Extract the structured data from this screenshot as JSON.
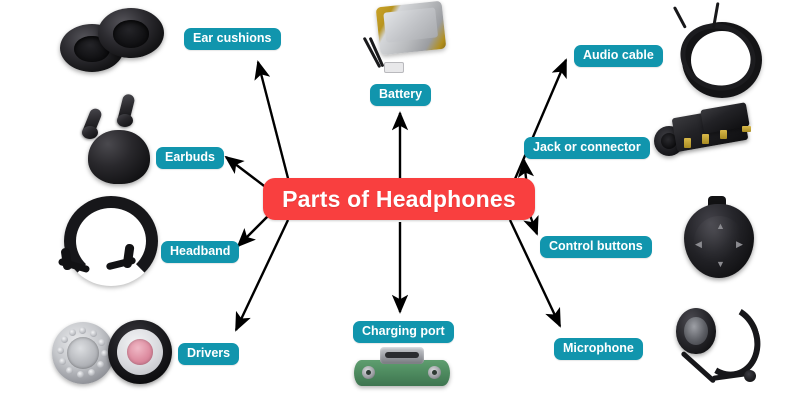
{
  "diagram": {
    "type": "mind-map",
    "center": {
      "label": "Parts of Headphones",
      "background_color": "#f93f3f",
      "text_color": "#ffffff"
    },
    "node_style": {
      "background_color": "#1195ad",
      "text_color": "#ffffff"
    },
    "background_color": "#ffffff",
    "connector_color": "#000000",
    "nodes": [
      {
        "id": "ear-cushions",
        "label": "Ear cushions",
        "image_name": "ear-cushions-photo",
        "image_description": "Pair of overlapping round black leather ear pads",
        "side": "left"
      },
      {
        "id": "earbuds",
        "label": "Earbuds",
        "image_name": "earbuds-photo",
        "image_description": "Black wireless earbuds with charging case",
        "side": "left"
      },
      {
        "id": "headband",
        "label": "Headband",
        "image_name": "headband-photo",
        "image_description": "Black padded headphone headband arch",
        "side": "left"
      },
      {
        "id": "drivers",
        "label": "Drivers",
        "image_name": "drivers-photo",
        "image_description": "Two round speaker drivers, one silver and one black with pink diaphragm",
        "side": "left"
      },
      {
        "id": "battery",
        "label": "Battery",
        "image_name": "battery-photo",
        "image_description": "Silver and gold lithium polymer pouch battery with wires",
        "side": "top"
      },
      {
        "id": "charging-port",
        "label": "Charging port",
        "image_name": "charging-port-photo",
        "image_description": "Green circuit board with USB-C charging connector",
        "side": "bottom"
      },
      {
        "id": "audio-cable",
        "label": "Audio cable",
        "image_name": "audio-cable-photo",
        "image_description": "Coiled black audio cable",
        "side": "right"
      },
      {
        "id": "jack-or-connector",
        "label": "Jack or connector",
        "image_name": "jack-connector-photo",
        "image_description": "Black 3.5 mm audio jack socket with gold pins",
        "side": "right"
      },
      {
        "id": "control-buttons",
        "label": "Control buttons",
        "image_name": "control-buttons-photo",
        "image_description": "Black headphone earcup showing touch control directions",
        "side": "right"
      },
      {
        "id": "microphone",
        "label": "Microphone",
        "image_name": "microphone-photo",
        "image_description": "Black headset earpiece with microphone boom arm",
        "side": "right"
      }
    ]
  }
}
